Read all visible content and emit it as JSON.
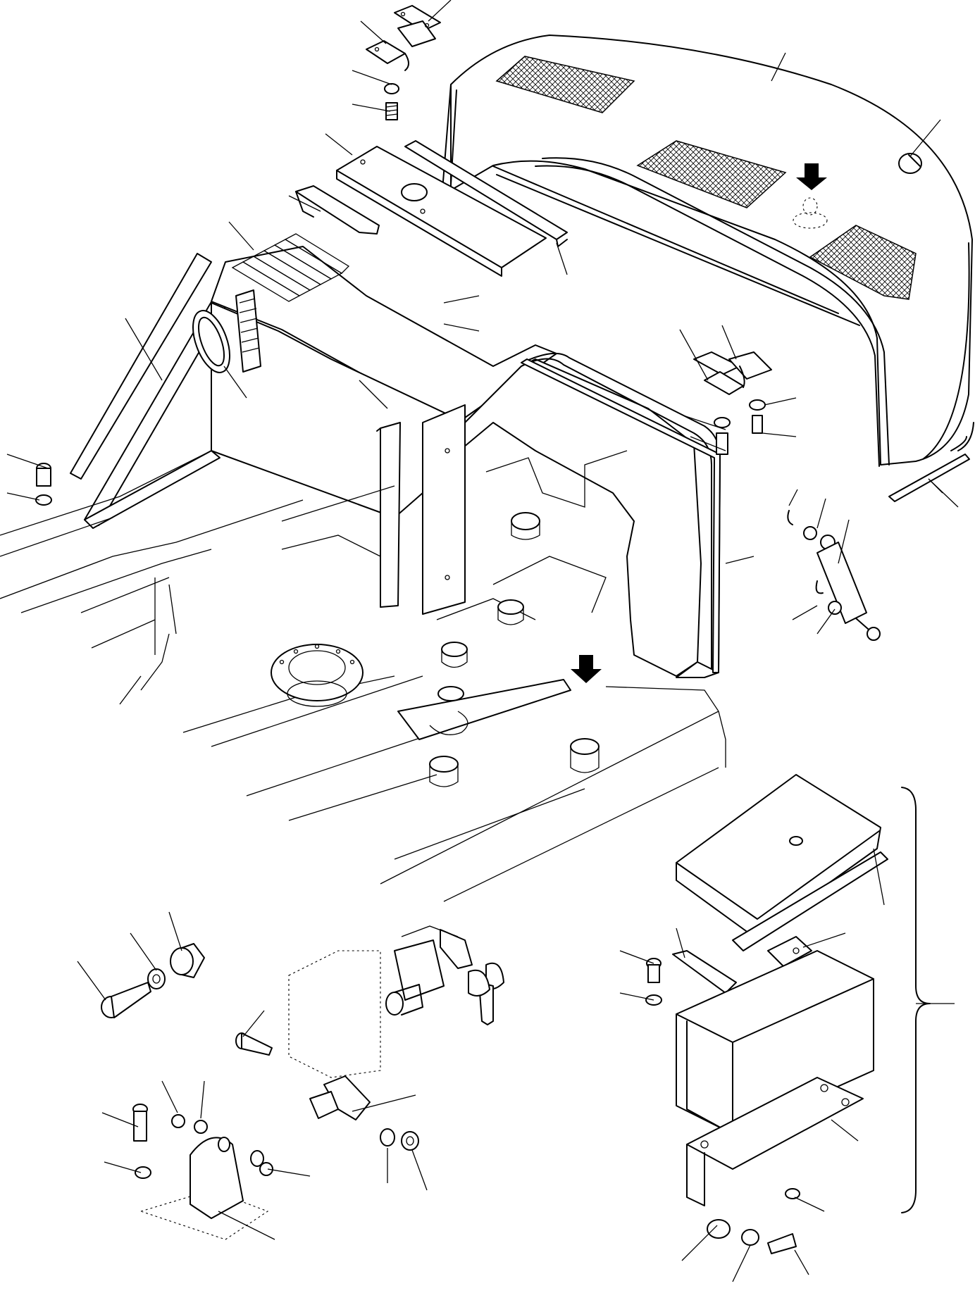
{
  "figure": {
    "type": "exploded-parts-diagram",
    "text_labels": [],
    "components": [
      "engine-hood",
      "hood-ventilation-grilles",
      "hood-hinges",
      "gas-springs",
      "hood-seals",
      "side-panels",
      "radiator-cover-plate",
      "upper-frame",
      "counterweight-beam",
      "lock-assembly",
      "keys",
      "tool-box"
    ],
    "callout_count": 44,
    "direction_arrows": 2,
    "colors": {
      "line": "#000000",
      "background": "#ffffff"
    }
  }
}
